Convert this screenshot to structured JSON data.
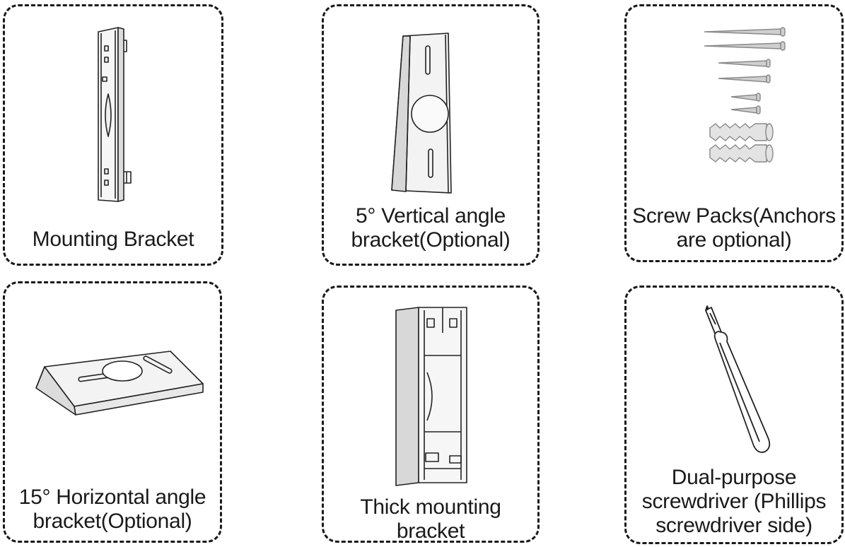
{
  "items": [
    {
      "id": "mounting-bracket",
      "lines": [
        "Mounting Bracket"
      ]
    },
    {
      "id": "vertical-angle-bracket",
      "lines": [
        "5° Vertical angle",
        "bracket(Optional)"
      ]
    },
    {
      "id": "screw-packs",
      "lines": [
        "Screw Packs(Anchors",
        "are optional)"
      ]
    },
    {
      "id": "horizontal-angle-bracket",
      "lines": [
        "15° Horizontal angle",
        "bracket(Optional)"
      ]
    },
    {
      "id": "thick-mounting-bracket",
      "lines": [
        "Thick mounting",
        "bracket"
      ]
    },
    {
      "id": "screwdriver",
      "lines": [
        "Dual-purpose",
        "screwdriver (Phillips",
        "screwdriver side)"
      ]
    }
  ]
}
